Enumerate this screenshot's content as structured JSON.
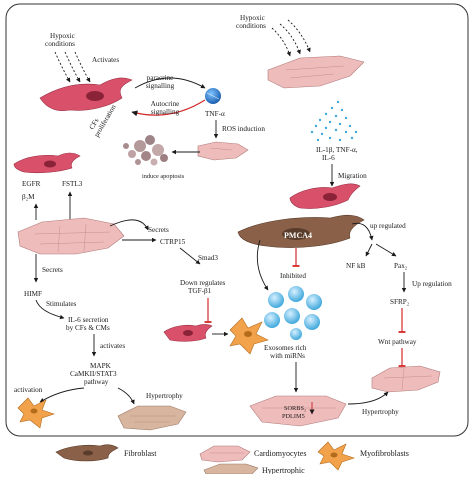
{
  "top_left": {
    "hypoxic": [
      "Hypoxic",
      "conditions"
    ],
    "activates": "Activates",
    "cfs_proliferation": [
      "CFs",
      "proliferation"
    ],
    "paracrine": [
      "paracrine",
      "signalling"
    ],
    "autocrine": [
      "Autocrine",
      "signalling"
    ],
    "tnf": "TNF-α",
    "ros": "ROS induction",
    "apoptosis": "induce apoptosis"
  },
  "top_right": {
    "hypoxic": [
      "Hypoxic",
      "conditions"
    ],
    "cytokines": [
      "IL-1β, TNF-α,",
      "IL-6"
    ],
    "migration": "Migration"
  },
  "middle_left": {
    "egfr": "EGFR",
    "b2m": "β₂M",
    "fstl3": "FSTL3",
    "secrets_1": "Secrets",
    "secrets_2": "Secrets",
    "ctrp15": "CTRP15",
    "smad3": "Smad3",
    "down_regulates": [
      "Down regulates",
      "TGF-β1"
    ],
    "himf": "HIMF",
    "stimulates": "Stimulates",
    "il6": [
      "IL-6 secretion",
      "by CFs & CMs"
    ],
    "activates": "activates",
    "mapk": [
      "MAPK",
      "CaMKII/STAT3",
      "pathway"
    ],
    "activation": "activation",
    "hypertrophy": "Hypertrophy"
  },
  "right": {
    "pmca4": "PMCA4",
    "up_regulated": "up regulated",
    "inhibited": "Inhibited",
    "nfkb": "NF kB",
    "pax2": "Pax₂",
    "up_regulation": "Up regulation",
    "sfrp2": "SFRP₂",
    "wnt": "Wnt pathway",
    "exosomes": [
      "Exosomes rich",
      "with miRNs"
    ],
    "sorbs": [
      "SORBS₂",
      "PDLIM5"
    ],
    "hypertrophy": "Hypertrophy"
  },
  "legend": {
    "fibroblast": "Fibroblast",
    "cardiomyocytes": "Cardiomyocytes",
    "myofibroblasts": "Myofibroblasts",
    "hypertrophic": "Hypertrophic"
  },
  "colors": {
    "fibroblast": "#d9506a",
    "fibroblast_dark": "#8a6048",
    "cardiomyocyte": "#efbcbc",
    "myofibroblast": "#f2a24a",
    "hypertrophic": "#d7b59f",
    "exosome": "#3fa8dc",
    "inhibit": "#d42a2a"
  }
}
